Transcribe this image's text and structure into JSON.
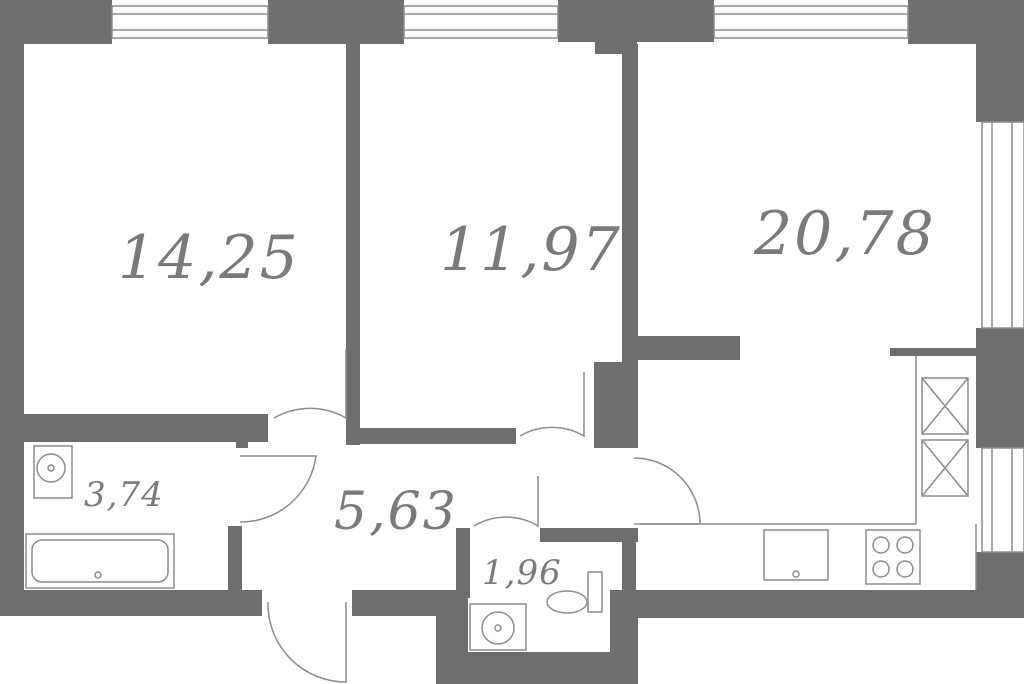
{
  "plan": {
    "rooms": [
      {
        "id": "room-bedroom-1",
        "area": "14,25"
      },
      {
        "id": "room-bedroom-2",
        "area": "11,97"
      },
      {
        "id": "room-kitchen-living",
        "area": "20,78"
      },
      {
        "id": "room-bathroom",
        "area": "3,74"
      },
      {
        "id": "room-hallway",
        "area": "5,63"
      },
      {
        "id": "room-toilet",
        "area": "1,96"
      }
    ],
    "colors": {
      "wall": "#6e6e6e",
      "line": "#8c8c8c",
      "text": "#7a7a7a",
      "background": "#ffffff"
    }
  }
}
